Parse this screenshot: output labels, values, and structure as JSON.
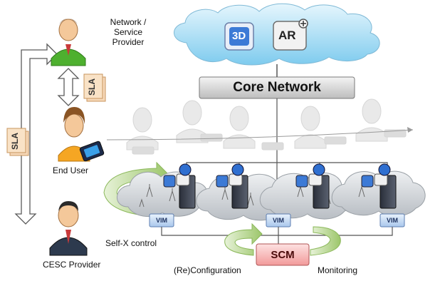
{
  "labels": {
    "network_provider": "Network /\nService\nProvider",
    "end_user": "End User",
    "cesc_provider": "CESC Provider",
    "core_network": "Core Network",
    "self_x_control": "Self-X control",
    "reconfiguration": "(Re)Configuration",
    "monitoring": "Monitoring",
    "scm": "SCM",
    "vim": "VIM",
    "sla": "SLA",
    "app_3d": "3D",
    "app_ar": "AR"
  },
  "colors": {
    "cloud_blue": "#8fd3f2",
    "cloud_grey": "#c9cdd2",
    "scm_red": "#f2b2b2",
    "vim_blue": "#c9def5",
    "arrow_green": "#a9cf7a"
  }
}
